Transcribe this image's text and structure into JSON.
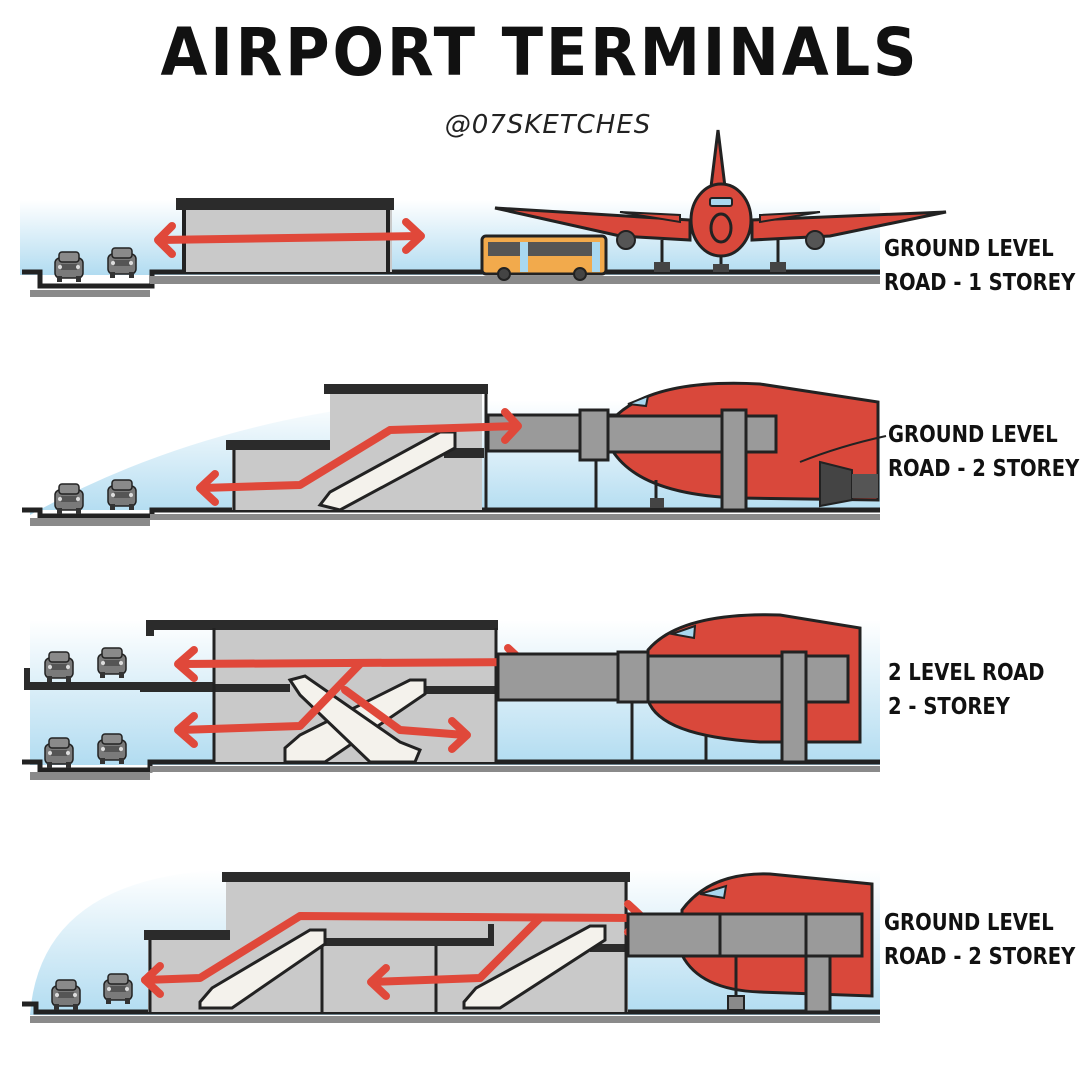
{
  "header": {
    "title": "AIRPORT TERMINALS",
    "credit": "@07SKETCHES"
  },
  "colors": {
    "aircraft_red": "#d9483b",
    "terminal_gray": "#c9c9c9",
    "jetbridge_gray": "#9a9a9a",
    "structure_dark": "#2b2b2b",
    "sky_blue": "#a9d8ef",
    "flow_arrow_red": "#e0483a",
    "bus_orange": "#f2aa4c",
    "escalator_white": "#f4f2ec",
    "ground_gray": "#6b6b6b"
  },
  "diagrams": [
    {
      "id": "ground-1-storey",
      "label_line1": "GROUND LEVEL",
      "label_line2": "ROAD - 1 STOREY",
      "elements": [
        "cars",
        "terminal-1-level",
        "bidirectional-arrow",
        "apron-bus",
        "aircraft-front-view"
      ]
    },
    {
      "id": "ground-2-storey",
      "label_line1": "GROUND LEVEL",
      "label_line2": "ROAD - 2 STOREY",
      "elements": [
        "cars",
        "terminal-2-level",
        "escalator",
        "flow-arrow",
        "jet-bridge",
        "aircraft-side-view",
        "engine"
      ]
    },
    {
      "id": "two-level-road",
      "label_line1": "2 LEVEL ROAD",
      "label_line2": "2 - STOREY",
      "elements": [
        "upper-road-cars",
        "lower-road-cars",
        "terminal-2-level",
        "crossed-escalators",
        "flow-arrows",
        "jet-bridge",
        "aircraft-side-view"
      ]
    },
    {
      "id": "ground-2-storey-mezzanine",
      "label_line1": "GROUND LEVEL",
      "label_line2": "ROAD - 2 STOREY",
      "elements": [
        "cars",
        "terminal-split-level",
        "two-escalators",
        "flow-arrows",
        "jet-bridge",
        "aircraft-side-view"
      ]
    }
  ]
}
